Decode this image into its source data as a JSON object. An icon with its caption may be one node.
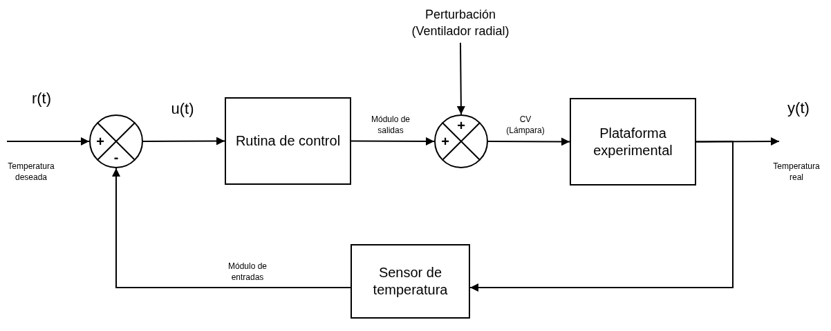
{
  "diagram": {
    "nodes": [
      {
        "text": [
          "+",
          "-"
        ]
      },
      {
        "text": [
          "Rutina de control"
        ]
      },
      {
        "text": [
          "+",
          "+"
        ]
      },
      {
        "text": [
          "Plataforma experimental"
        ]
      },
      {
        "text": [
          "Sensor de temperatura"
        ]
      },
      {
        "text": [
          "Perturbación (Ventilador radial)"
        ]
      }
    ],
    "edges": [
      {
        "from": null,
        "to": 0,
        "arrow": "to"
      },
      {
        "from": 0,
        "to": 1,
        "arrow": "to",
        "label": "u(t)"
      },
      {
        "from": 1,
        "to": 2,
        "arrow": "to",
        "label": "Módulo de salidas"
      },
      {
        "from": 5,
        "to": 2,
        "arrow": "to"
      },
      {
        "from": 2,
        "to": 3,
        "arrow": "to",
        "label": "CV (Lámpara)"
      },
      {
        "from": 3,
        "to": null,
        "arrow": "to"
      },
      {
        "from": 3,
        "to": 4,
        "arrow": "to"
      },
      {
        "from": 4,
        "to": 0,
        "arrow": "to",
        "label": "Módulo de entradas"
      }
    ],
    "labels": [
      "r(t)",
      "Temperatura deseada",
      "y(t)",
      "Temperatura real"
    ]
  }
}
